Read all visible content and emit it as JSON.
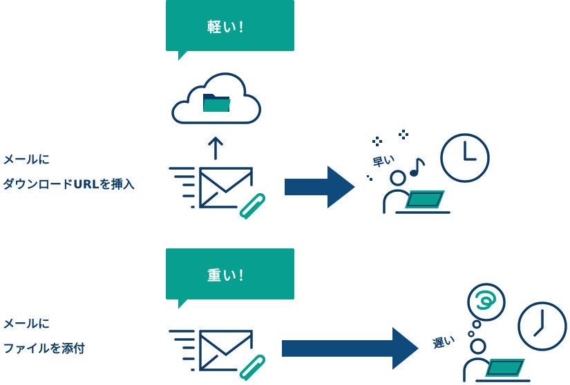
{
  "top_row": {
    "bubble": "軽い！",
    "label_line1": "メールに",
    "label_line2": "ダウンロードURLを挿入",
    "speed": "早い"
  },
  "bottom_row": {
    "bubble": "重い！",
    "label_line1": "メールに",
    "label_line2": "ファイルを添付",
    "speed": "遅い"
  },
  "icons": {
    "cloud": "cloud-icon",
    "folder": "folder-icon",
    "mail": "mail-icon",
    "paperclip": "paperclip-icon",
    "arrow": "arrow-right-icon",
    "clock": "clock-icon",
    "person": "person-laptop-icon",
    "note": "music-note-icon",
    "thought": "thought-bubble-icon"
  },
  "colors": {
    "navy": "#0b3a66",
    "teal": "#07a090",
    "arrow": "#0e4a7c"
  }
}
